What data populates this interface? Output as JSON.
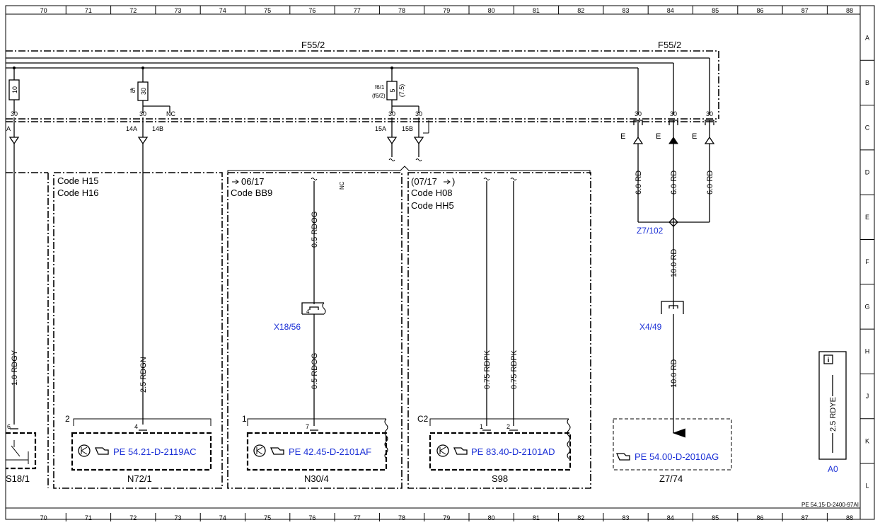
{
  "grid": {
    "columns": [
      "70",
      "71",
      "72",
      "73",
      "74",
      "75",
      "76",
      "77",
      "78",
      "79",
      "80",
      "81",
      "82",
      "83",
      "84",
      "85",
      "86",
      "87",
      "88"
    ],
    "rows": [
      "A",
      "B",
      "C",
      "D",
      "E",
      "F",
      "G",
      "H",
      "J",
      "K",
      "L"
    ]
  },
  "fuse_boxes": {
    "left_label": "F55/2",
    "right_label": "F55/2"
  },
  "fuses": {
    "f_left": {
      "rating": "10"
    },
    "f5": {
      "name": "f5",
      "rating": "30"
    },
    "f6": {
      "name": "f6/1",
      "alt_name": "(f6/2)",
      "rating": "5",
      "alt_rating": "(7.5)"
    }
  },
  "pins": {
    "p30": "30",
    "nc": "NC",
    "p14a": "14A",
    "p14b": "14B",
    "p15a": "15A",
    "p15b": "15B",
    "pa": "A",
    "e": "E"
  },
  "sections": {
    "h15": {
      "line1": "Code H15",
      "line2": "Code H16"
    },
    "bb9": {
      "line1": "06/17",
      "line2": "Code BB9",
      "nc": "NC"
    },
    "h08": {
      "line1": "(07/17",
      "line1b": ")",
      "line2": "Code H08",
      "line3": "Code HH5"
    }
  },
  "wires": {
    "w_rdgy": "1.0 RDGY",
    "w_rdgn": "2.5 RDGN",
    "w_rdog_top": "0.5 RDOG",
    "w_rdog_bot": "0.5 RDOG",
    "w_rdpk1": "0.75 RDPK",
    "w_rdpk2": "0.75 RDPK",
    "w_rd1": "6.0 RD",
    "w_rd2": "6.0 RD",
    "w_rd3": "6.0 RD",
    "w_rd10a": "10.0 RD",
    "w_rd10b": "10.0 RD",
    "w_rdye": "2.5 RDYE"
  },
  "connectors": {
    "x18": "X18/56",
    "x18_pin": "4",
    "x4": "X4/49",
    "z7_102": "Z7/102"
  },
  "components": {
    "s18": {
      "label": "S18/1",
      "pin": "6"
    },
    "n72": {
      "label": "N72/1",
      "ref": "PE 54.21-D-2119AC",
      "num": "2",
      "pin": "4"
    },
    "n30": {
      "label": "N30/4",
      "ref": "PE 42.45-D-2101AF",
      "num": "1",
      "pin": "7"
    },
    "s98": {
      "label": "S98",
      "ref": "PE 83.40-D-2101AD",
      "num": "C2",
      "pin1": "1",
      "pin2": "2"
    },
    "z7_74": {
      "label": "Z7/74",
      "ref": "PE 54.00-D-2010AG"
    }
  },
  "legend": {
    "label": "A0",
    "info_icon": "i"
  },
  "doc_ref": "PE 54.15-D-2400-97AI",
  "colors": {
    "link_blue": "#1a2fd6",
    "line": "#000000"
  }
}
